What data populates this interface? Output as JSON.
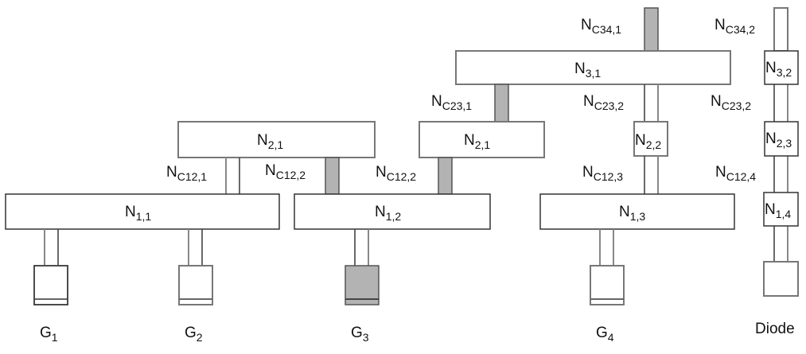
{
  "diagram": {
    "nodes": {
      "n31": {
        "main": "N",
        "sub": "3,1"
      },
      "n32": {
        "main": "N",
        "sub": "3,2"
      },
      "n21a": {
        "main": "N",
        "sub": "2,1"
      },
      "n21b": {
        "main": "N",
        "sub": "2,1"
      },
      "n22": {
        "main": "N",
        "sub": "2,2"
      },
      "n23": {
        "main": "N",
        "sub": "2,3"
      },
      "n11": {
        "main": "N",
        "sub": "1,1"
      },
      "n12": {
        "main": "N",
        "sub": "1,2"
      },
      "n13": {
        "main": "N",
        "sub": "1,3"
      },
      "n14": {
        "main": "N",
        "sub": "1,4"
      }
    },
    "connectors": {
      "c341": {
        "main": "N",
        "sub": "C34,1",
        "shaded": true
      },
      "c342": {
        "main": "N",
        "sub": "C34,2",
        "shaded": false
      },
      "c231": {
        "main": "N",
        "sub": "C23,1",
        "shaded": true
      },
      "c232a": {
        "main": "N",
        "sub": "C23,2",
        "shaded": false
      },
      "c232b": {
        "main": "N",
        "sub": "C23,2",
        "shaded": false
      },
      "c121": {
        "main": "N",
        "sub": "C12,1",
        "shaded": false
      },
      "c122a": {
        "main": "N",
        "sub": "C12,2",
        "shaded": true
      },
      "c122b": {
        "main": "N",
        "sub": "C12,2",
        "shaded": true
      },
      "c123": {
        "main": "N",
        "sub": "C12,3",
        "shaded": false
      },
      "c124": {
        "main": "N",
        "sub": "C12,4",
        "shaded": false
      }
    },
    "gates": {
      "g1": {
        "main": "G",
        "sub": "1",
        "shaded": false
      },
      "g2": {
        "main": "G",
        "sub": "2",
        "shaded": false
      },
      "g3": {
        "main": "G",
        "sub": "3",
        "shaded": true
      },
      "g4": {
        "main": "G",
        "sub": "4",
        "shaded": false
      }
    },
    "diode": {
      "label": "Diode"
    },
    "colors": {
      "shade": "#b3b3b3",
      "outline": "#777777",
      "text": "#111111"
    }
  }
}
